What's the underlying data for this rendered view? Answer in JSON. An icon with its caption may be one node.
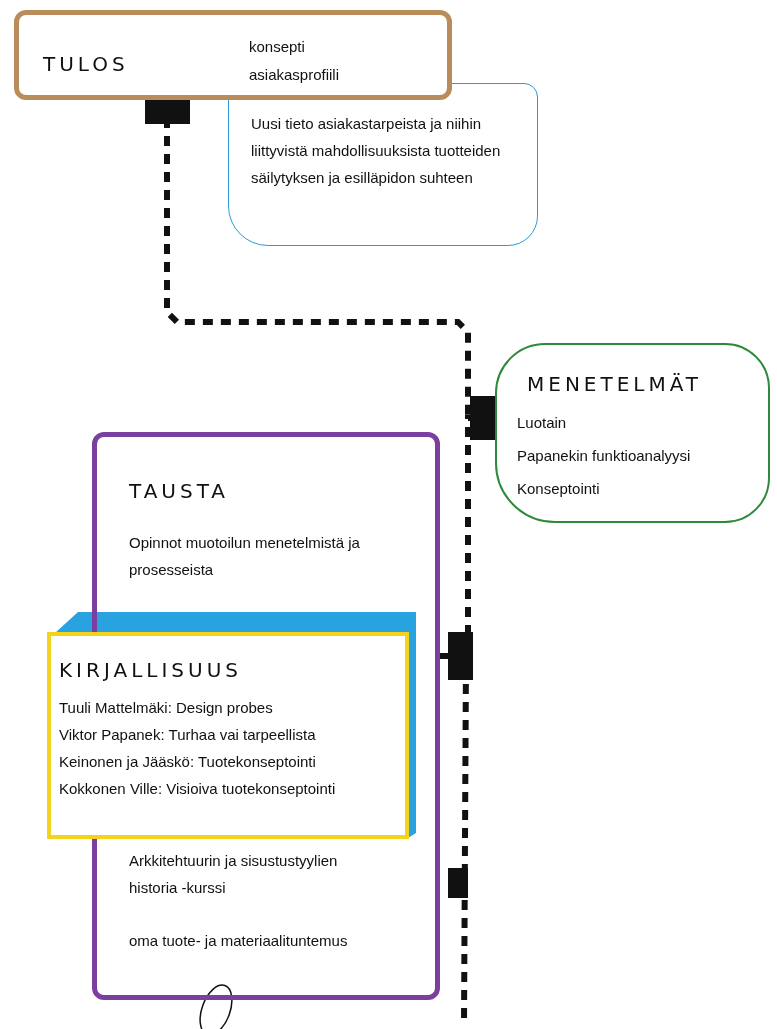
{
  "diagram": {
    "nodes": [
      {
        "text": [
          "TULOS",
          "konsepti",
          "asiakasprofiili"
        ]
      },
      {
        "text": [
          "Uusi tieto asiakastarpeista ja niihin liittyvistä mahdollisuuksista tuotteiden säilytyksen ja esilläpidon suhteen"
        ]
      },
      {
        "text": [
          "MENETELMÄT",
          "Luotain",
          "Papanekin funktioanalyysi",
          "Konseptointi"
        ]
      },
      {
        "text": [
          "TAUSTA",
          "Opinnot muotoilun menetelmistä ja prosesseista",
          "Arkkitehtuurin ja sisustustyylien historia -kurssi",
          "oma tuote- ja materiaalituntemus"
        ]
      },
      {
        "text": [
          "KIRJALLISUUS",
          "Tuuli Mattelmäki: Design probes",
          "Viktor Papanek: Turhaa vai tarpeellista",
          "Keinonen ja Jääskö: Tuotekonseptointi",
          "Kokkonen Ville: Visioiva tuotekonseptointi"
        ]
      }
    ],
    "edges": [
      {
        "from": 0,
        "to": 2,
        "arrow": "none",
        "style": "dashed"
      },
      {
        "from": 2,
        "to": 3,
        "arrow": "none",
        "style": "dashed"
      },
      {
        "from": 3,
        "to": null,
        "arrow": "none",
        "style": "dashed"
      }
    ]
  }
}
